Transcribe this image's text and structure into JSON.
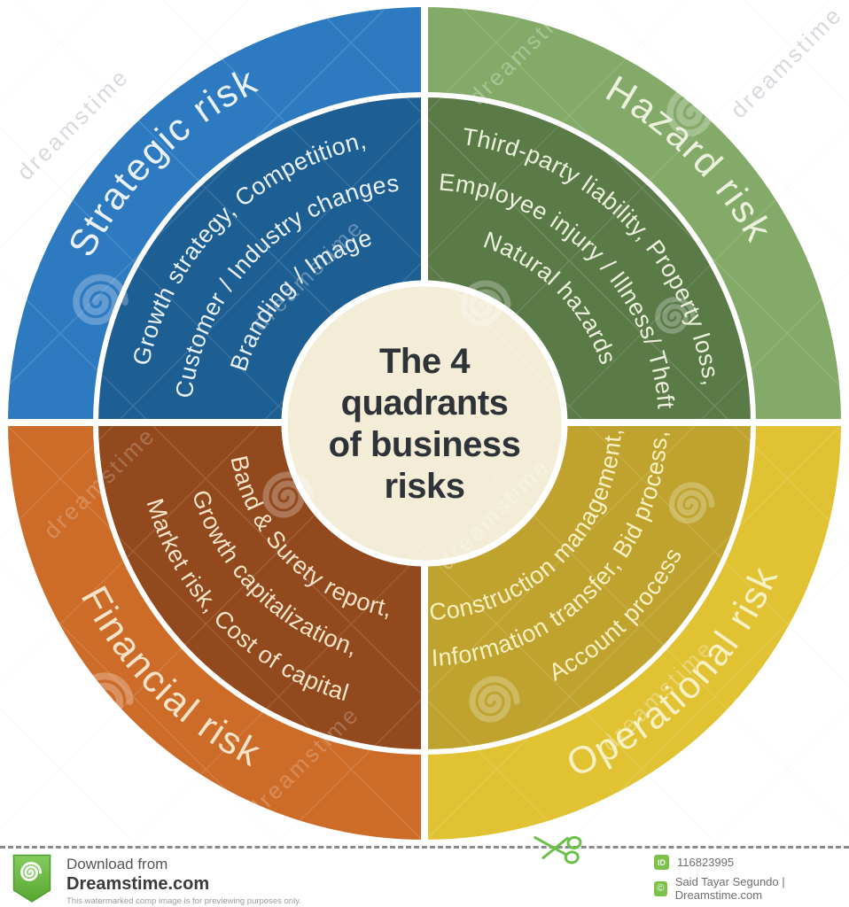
{
  "center": {
    "lines": [
      "The 4",
      "quadrants",
      "of business",
      "risks"
    ],
    "bg": "#f3edd8",
    "text_color": "#2e3338"
  },
  "quadrants": [
    {
      "id": "strategic",
      "title": "Strategic risk",
      "colors": {
        "outer": "#2e7ac1",
        "inner": "#1d5e93",
        "text": "#e9f1fa"
      },
      "items": [
        "Growth strategy, Competition,",
        "Customer / Industry changes",
        "Branding / Image"
      ]
    },
    {
      "id": "hazard",
      "title": "Hazard risk",
      "colors": {
        "outer": "#83aa68",
        "inner": "#5a7a48",
        "text": "#ecf1dd"
      },
      "items": [
        "Third-party liability, Property loss,",
        "Employee injury / Illness/ Theft",
        "Natural hazards"
      ]
    },
    {
      "id": "financial",
      "title": "Financial risk",
      "colors": {
        "outer": "#cd6c29",
        "inner": "#92491e",
        "text": "#f6e4c9"
      },
      "items": [
        "Band & Surety report,",
        "Growth capitalization,",
        "Market risk, Cost of capital"
      ]
    },
    {
      "id": "operational",
      "title": "Operational risk",
      "colors": {
        "outer": "#e0c233",
        "inner": "#bfa32e",
        "text": "#f7f0c2"
      },
      "items": [
        "Construction management,",
        "Information transfer, Bid process,",
        "Account process"
      ]
    }
  ],
  "watermark": {
    "brand": "dreamstime"
  },
  "footer": {
    "download_label": "Download from",
    "site": "Dreamstime.com",
    "disclaimer": "This watermarked comp image is for previewing purposes only.",
    "id_badge": "ID",
    "image_id": "116823995",
    "copyright_symbol": "©",
    "credit": "Said Tayar Segundo | Dreamstime.com",
    "brand_green": "#76c044"
  }
}
